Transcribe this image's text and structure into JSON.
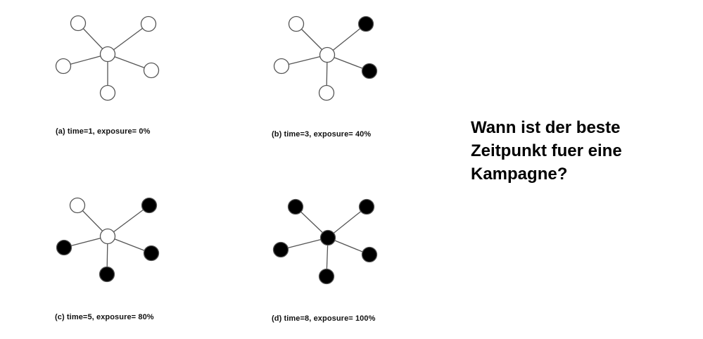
{
  "panels": [
    {
      "id": "a",
      "caption": "(a) time=1, exposure= 0%",
      "center_exposed": false,
      "nodes": [
        "top-left",
        "top-right",
        "left",
        "right",
        "bottom"
      ],
      "exposed": [
        false,
        false,
        false,
        false,
        false
      ]
    },
    {
      "id": "b",
      "caption": "(b) time=3, exposure= 40%",
      "center_exposed": false,
      "nodes": [
        "top-left",
        "top-right",
        "left",
        "right",
        "bottom"
      ],
      "exposed": [
        false,
        true,
        false,
        true,
        false
      ]
    },
    {
      "id": "c",
      "caption": "(c) time=5, exposure= 80%",
      "center_exposed": false,
      "nodes": [
        "top-left",
        "top-right",
        "left",
        "right",
        "bottom"
      ],
      "exposed": [
        false,
        true,
        true,
        true,
        true
      ]
    },
    {
      "id": "d",
      "caption": "(d) time=8, exposure= 100%",
      "center_exposed": true,
      "nodes": [
        "top-left",
        "top-right",
        "left",
        "right",
        "bottom"
      ],
      "exposed": [
        true,
        true,
        true,
        true,
        true
      ]
    }
  ],
  "question": {
    "line1": "Wann ist der beste",
    "line2": "Zeitpunkt fuer eine",
    "line3": "Kampagne?"
  },
  "colors": {
    "exposed": "#000000",
    "unexposed": "#ffffff",
    "stroke": "#555555"
  }
}
